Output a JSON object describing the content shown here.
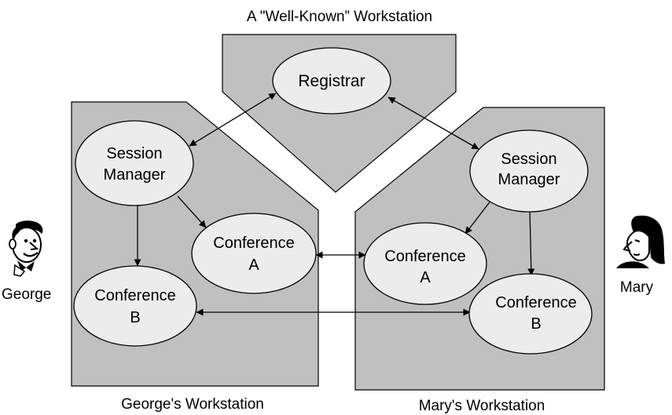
{
  "title": "A \"Well-Known” Workstation",
  "colors": {
    "panel_fill": "#c0c0c0",
    "node_fill": "#ececec",
    "stroke": "#000000",
    "background": "#ffffff"
  },
  "panels": {
    "well_known": {
      "label": "A \"Well-Known” Workstation"
    },
    "george": {
      "label": "George's Workstation"
    },
    "mary": {
      "label": "Mary's Workstation"
    }
  },
  "nodes": {
    "registrar": {
      "lines": [
        "Registrar"
      ]
    },
    "george_session_manager": {
      "lines": [
        "Session",
        "Manager"
      ]
    },
    "george_conference_a": {
      "lines": [
        "Conference",
        "A"
      ]
    },
    "george_conference_b": {
      "lines": [
        "Conference",
        "B"
      ]
    },
    "mary_session_manager": {
      "lines": [
        "Session",
        "Manager"
      ]
    },
    "mary_conference_a": {
      "lines": [
        "Conference",
        "A"
      ]
    },
    "mary_conference_b": {
      "lines": [
        "Conference",
        "B"
      ]
    }
  },
  "people": {
    "george": {
      "name": "George",
      "icon": "george-face-icon"
    },
    "mary": {
      "name": "Mary",
      "icon": "mary-face-icon"
    }
  },
  "edges": [
    {
      "from": "registrar",
      "to": "george_session_manager",
      "direction": "both"
    },
    {
      "from": "registrar",
      "to": "mary_session_manager",
      "direction": "both"
    },
    {
      "from": "george_session_manager",
      "to": "george_conference_a",
      "direction": "forward"
    },
    {
      "from": "george_session_manager",
      "to": "george_conference_b",
      "direction": "forward"
    },
    {
      "from": "mary_session_manager",
      "to": "mary_conference_a",
      "direction": "forward"
    },
    {
      "from": "mary_session_manager",
      "to": "mary_conference_b",
      "direction": "forward"
    },
    {
      "from": "george_conference_a",
      "to": "mary_conference_a",
      "direction": "both"
    },
    {
      "from": "george_conference_b",
      "to": "mary_conference_b",
      "direction": "both"
    }
  ]
}
